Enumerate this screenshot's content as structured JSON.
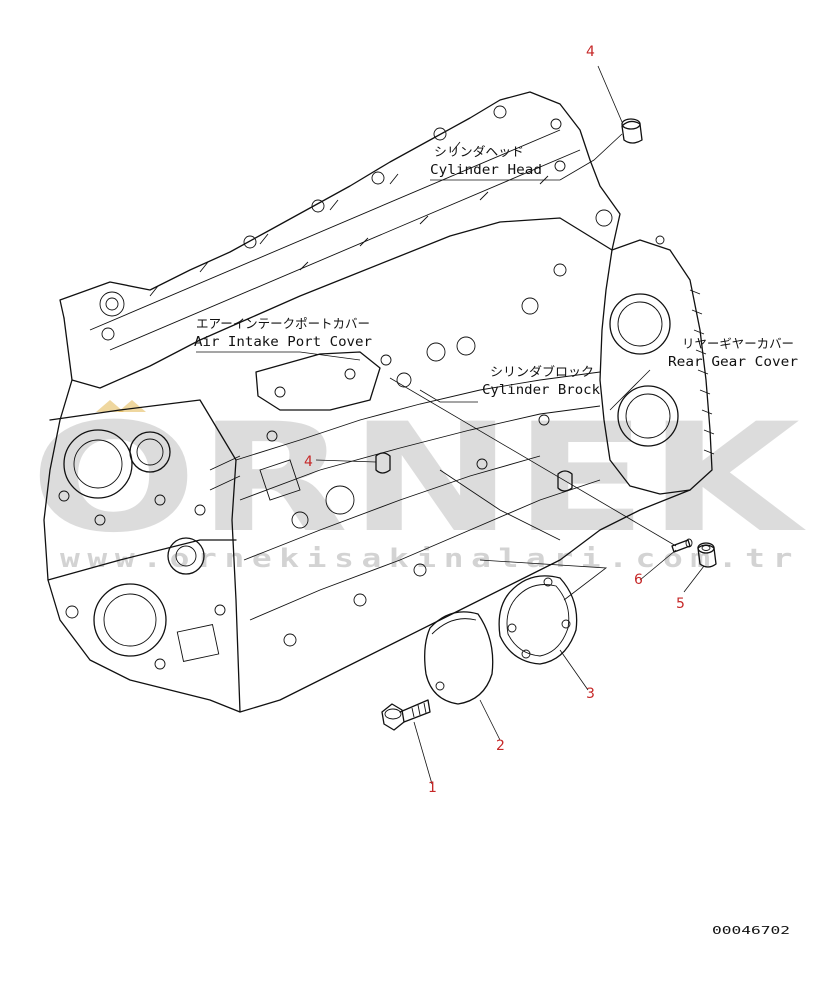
{
  "labels": {
    "cylinder_head_jp": "シリンダヘッド",
    "cylinder_head_en": "Cylinder Head",
    "air_intake_jp": "エアーインテークポートカバー",
    "air_intake_en": "Air Intake Port Cover",
    "cylinder_block_jp": "シリンダブロック",
    "cylinder_block_en": "Cylinder Brock",
    "rear_gear_jp": "リヤーギヤーカバー",
    "rear_gear_en": "Rear Gear Cover"
  },
  "callouts": {
    "c1": "1",
    "c2": "2",
    "c3": "3",
    "c4_top": "4",
    "c4_mid": "4",
    "c5": "5",
    "c6": "6"
  },
  "drawing_number": "00046702",
  "watermark": {
    "brand": "ORNEK",
    "url": "www.ornekisakinalari.com.tr"
  },
  "colors": {
    "callout": "#c62828",
    "line": "#111111",
    "watermark": "#9e9e9e"
  }
}
